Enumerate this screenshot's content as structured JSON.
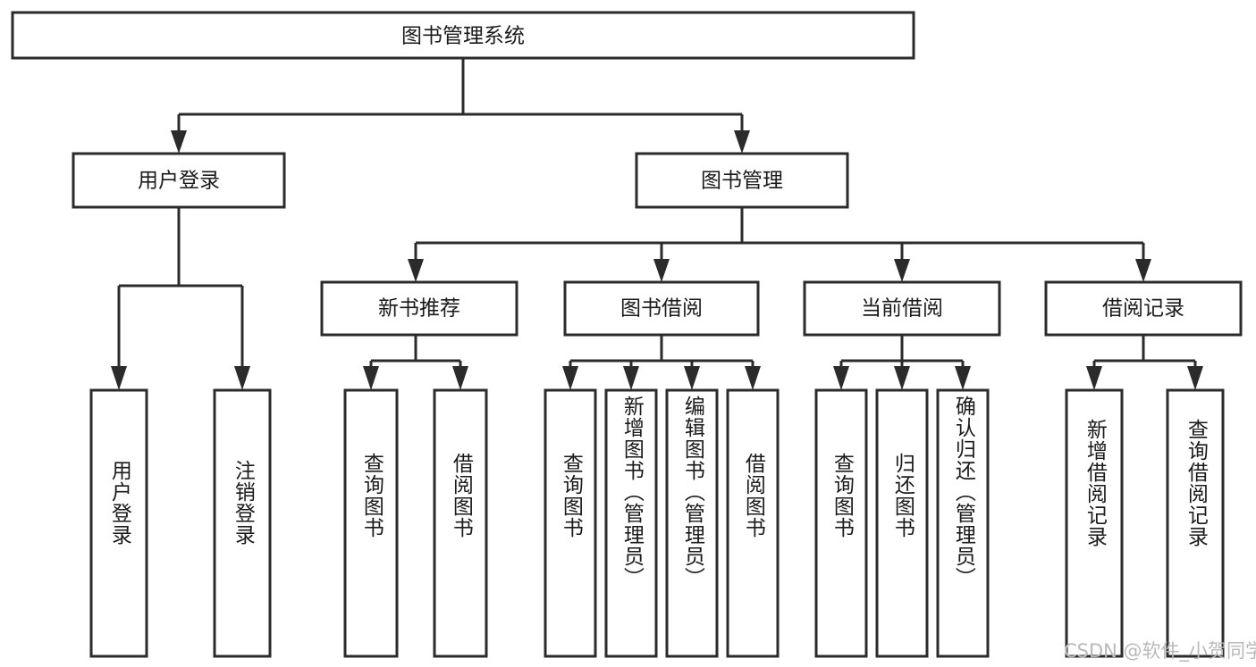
{
  "diagram": {
    "title": "图书管理系统",
    "type": "tree-hierarchy",
    "root": {
      "label": "图书管理系统"
    },
    "level2": [
      {
        "label": "用户登录"
      },
      {
        "label": "图书管理"
      }
    ],
    "level3": [
      {
        "label": "新书推荐"
      },
      {
        "label": "图书借阅"
      },
      {
        "label": "当前借阅"
      },
      {
        "label": "借阅记录"
      }
    ],
    "leaves": {
      "user_login": [
        {
          "label": "用户登录"
        },
        {
          "label": "注销登录"
        }
      ],
      "new_book_recommend": [
        {
          "label": "查询图书"
        },
        {
          "label": "借阅图书"
        }
      ],
      "book_borrow": [
        {
          "label": "查询图书"
        },
        {
          "label": "新增图书（管理员）"
        },
        {
          "label": "编辑图书（管理员）"
        },
        {
          "label": "借阅图书"
        }
      ],
      "current_borrow": [
        {
          "label": "查询图书"
        },
        {
          "label": "归还图书"
        },
        {
          "label": "确认归还（管理员）"
        }
      ],
      "borrow_record": [
        {
          "label": "新增借阅记录"
        },
        {
          "label": "查询借阅记录"
        }
      ]
    }
  },
  "watermark": {
    "text": "CSDN @软件_小贺同学"
  },
  "colors": {
    "stroke": "#2b2b2b",
    "box_fill": "#ffffff",
    "text": "#1a1a1a",
    "watermark": "#b9b9b9",
    "background": "#ffffff"
  }
}
